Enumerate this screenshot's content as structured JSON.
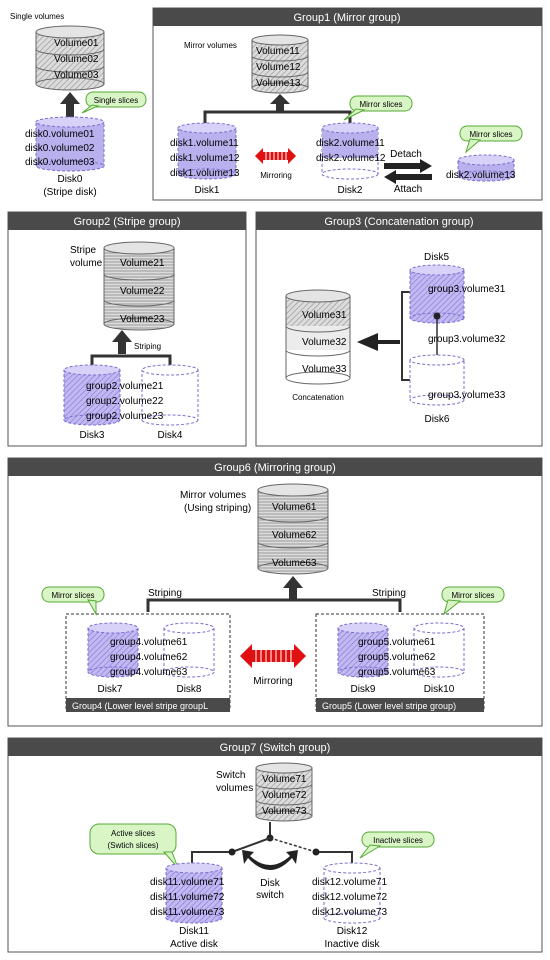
{
  "single": {
    "label": "Single volumes",
    "volumes": [
      "Volume01",
      "Volume02",
      "Volume03"
    ],
    "callout": "Single slices",
    "slices": [
      "disk0.volume01",
      "disk0.volume02",
      "disk0.volume03"
    ],
    "disk": "Disk0",
    "disk_note": "(Stripe disk)"
  },
  "group1": {
    "title": "Group1 (Mirror group)",
    "volumes_label": "Mirror volumes",
    "volumes": [
      "Volume11",
      "Volume12",
      "Volume13"
    ],
    "disk1_slices": [
      "disk1.volume11",
      "disk1.volume12",
      "disk1.volume13"
    ],
    "disk2_slices": [
      "disk2.volume11",
      "disk2.volume12"
    ],
    "mirroring": "Mirroring",
    "callout_mid": "Mirror slices",
    "disk1": "Disk1",
    "disk2": "Disk2",
    "detach": "Detach",
    "attach": "Attach",
    "callout_right": "Mirror slices",
    "detached_slice": "disk2.volume13"
  },
  "group2": {
    "title": "Group2 (Stripe group)",
    "vol_label1": "Stripe",
    "vol_label2": "volume",
    "volumes": [
      "Volume21",
      "Volume22",
      "Volume23"
    ],
    "striping": "Striping",
    "slices": [
      "group2.volume21",
      "group2.volume22",
      "group2.volume23"
    ],
    "disk3": "Disk3",
    "disk4": "Disk4"
  },
  "group3": {
    "title": "Group3 (Concatenation group)",
    "volumes": [
      "Volume31",
      "Volume32",
      "Volume33"
    ],
    "concat": "Concatenation",
    "disk5": "Disk5",
    "disk6": "Disk6",
    "slice31": "group3.volume31",
    "slice32": "group3.volume32",
    "slice33": "group3.volume33"
  },
  "group6": {
    "title": "Group6 (Mirroring group)",
    "vol_label1": "Mirror volumes",
    "vol_label2": "(Using striping)",
    "volumes": [
      "Volume61",
      "Volume62",
      "Volume63"
    ],
    "striping_left": "Striping",
    "striping_right": "Striping",
    "callout_left": "Mirror slices",
    "callout_right": "Mirror slices",
    "g4_slices": [
      "group4.volume61",
      "group4.volume62",
      "group4.volume63"
    ],
    "g5_slices": [
      "group5.volume61",
      "group5.volume62",
      "group5.volume63"
    ],
    "mirroring": "Mirroring",
    "disk7": "Disk7",
    "disk8": "Disk8",
    "disk9": "Disk9",
    "disk10": "Disk10",
    "g4_footer": "Group4 (Lower level stripe groupL",
    "g5_footer": "Group5 (Lower level stripe group)"
  },
  "group7": {
    "title": "Group7 (Switch group)",
    "vol_label1": "Switch",
    "vol_label2": "volumes",
    "volumes": [
      "Volume71",
      "Volume72",
      "Volume73"
    ],
    "callout_left1": "Active slices",
    "callout_left2": "(Swtich slices)",
    "callout_right": "Inactive slices",
    "disk_switch1": "Disk",
    "disk_switch2": "switch",
    "d11_slices": [
      "disk11.volume71",
      "disk11.volume72",
      "disk11.volume73"
    ],
    "d12_slices": [
      "disk12.volume71",
      "disk12.volume72",
      "disk12.volume73"
    ],
    "disk11": "Disk11",
    "disk11_note": "Active disk",
    "disk12": "Disk12",
    "disk12_note": "Inactive disk"
  },
  "colors": {
    "header": "#4a4a4a",
    "panel_border": "#555555",
    "purple_fill": "#b9b0ee",
    "purple_stroke": "#7a6fcf",
    "gray_fill": "#d0d0d0",
    "callout_fill": "#d9f5c6",
    "callout_stroke": "#55aa33",
    "red_arrow": "#e01010"
  }
}
